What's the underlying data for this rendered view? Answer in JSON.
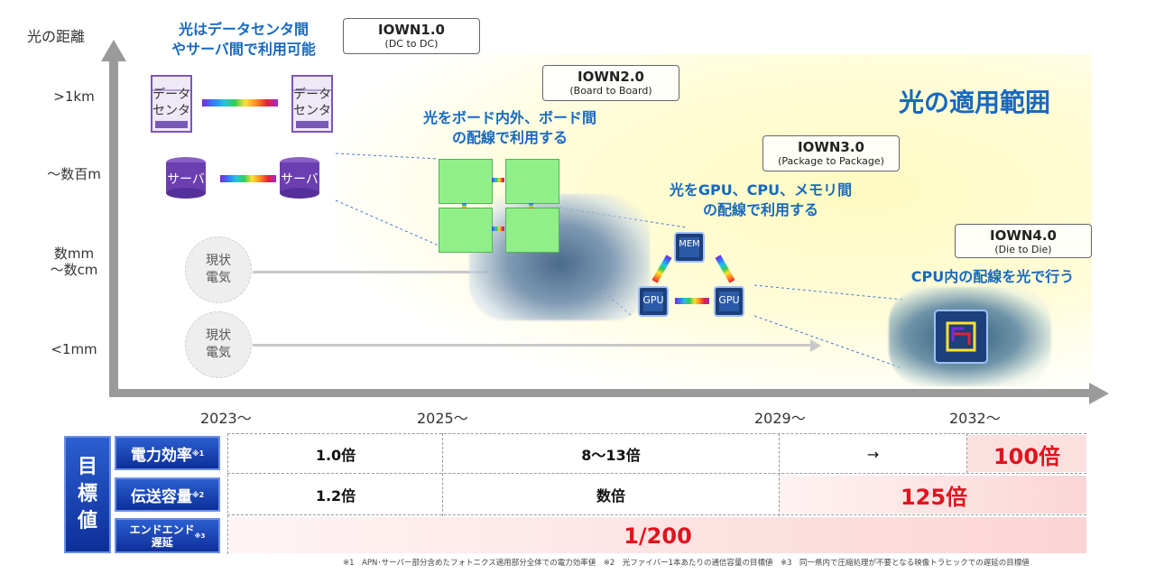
{
  "y_axis": {
    "title": "光の距離",
    "levels": [
      ">1km",
      "～数百m",
      "数mm\n～数cm",
      "<1mm"
    ]
  },
  "x_axis": {
    "years": [
      "2023～",
      "2025～",
      "2029～",
      "2032～"
    ]
  },
  "region_label": "光の適用範囲",
  "iown": [
    {
      "title": "IOWN1.0",
      "sub": "(DC to DC)",
      "desc": "光はデータセンタ間\nやサーバ間で利用可能"
    },
    {
      "title": "IOWN2.0",
      "sub": "(Board to Board)",
      "desc": "光をボード内外、ボード間\nの配線で利用する"
    },
    {
      "title": "IOWN3.0",
      "sub": "(Package to Package)",
      "desc": "光をGPU、CPU、メモリ間\nの配線で利用する"
    },
    {
      "title": "IOWN4.0",
      "sub": "(Die to Die)",
      "desc": "CPU内の配線を光で行う"
    }
  ],
  "labels": {
    "datacenter": "データ\nセンタ",
    "server": "サーバ",
    "current_electric": "現状\n電気",
    "gpu": "GPU",
    "mem": "MEM"
  },
  "targets": {
    "title": "目\n標\n値",
    "rows": [
      {
        "label": "電力効率",
        "note": "※1",
        "cells": [
          "1.0倍",
          "8～13倍",
          "→",
          "100倍"
        ]
      },
      {
        "label": "伝送容量",
        "note": "※2",
        "cells": [
          "1.2倍",
          "数倍",
          "125倍"
        ]
      },
      {
        "label": "エンドエンド\n遅延",
        "note": "※3",
        "cells": [
          "1/200"
        ]
      }
    ]
  },
  "footnote": "※1　APN･サーバー部分含めたフォトニクス適用部分全体での電力効率値　※2　光ファイバー1本あたりの通信容量の目標値　※3　同一県内で圧縮処理が不要となる映像トラヒックでの遅延の目標値",
  "colors": {
    "accent": "#1769c0",
    "target_red": "#e0141e",
    "header_blue": "#0d2f9a"
  }
}
